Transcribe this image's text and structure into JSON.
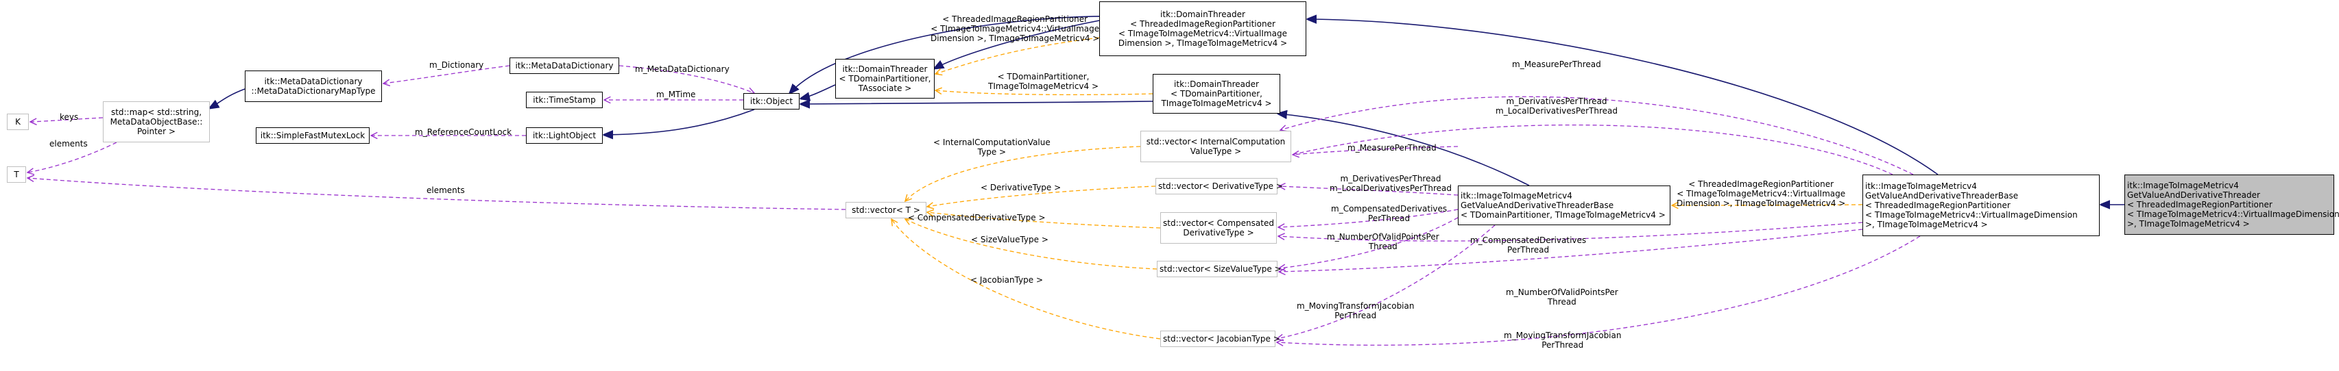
{
  "nodes": {
    "K": [
      "K"
    ],
    "T": [
      "T"
    ],
    "stdmap": [
      "std::map< std::string,",
      "MetaDataObjectBase::",
      "Pointer >"
    ],
    "mddmap": [
      "itk::MetaDataDictionary",
      "::MetaDataDictionaryMapType"
    ],
    "mdd": [
      "itk::MetaDataDictionary"
    ],
    "timestamp": [
      "itk::TimeStamp"
    ],
    "scl": [
      "itk::SimpleFastMutexLock"
    ],
    "lightobj": [
      "itk::LightObject"
    ],
    "object": [
      "itk::Object"
    ],
    "dt_assoc": [
      "itk::DomainThreader",
      "< TDomainPartitioner,",
      "TAssociate >"
    ],
    "dt_full": [
      "itk::DomainThreader",
      "< ThreadedImageRegionPartitioner",
      "< TImageToImageMetricv4::VirtualImage",
      "Dimension >, TImageToImageMetricv4 >"
    ],
    "dt_part": [
      "itk::DomainThreader",
      "< TDomainPartitioner,",
      "TImageToImageMetricv4 >"
    ],
    "vec_T": [
      "std::vector< T >"
    ],
    "vec_icvt": [
      "std::vector< InternalComputation",
      "ValueType >"
    ],
    "vec_dt": [
      "std::vector< DerivativeType >"
    ],
    "vec_cdt": [
      "std::vector< Compensated",
      "DerivativeType >"
    ],
    "vec_svt": [
      "std::vector< SizeValueType >"
    ],
    "vec_jt": [
      "std::vector< JacobianType >"
    ],
    "base": [
      "itk::ImageToImageMetricv4",
      "GetValueAndDerivativeThreaderBase",
      "< TDomainPartitioner, TImageToImageMetricv4 >"
    ],
    "base_tmpl": [
      "itk::ImageToImageMetricv4",
      "GetValueAndDerivativeThreaderBase",
      "< ThreadedImageRegionPartitioner",
      "< TImageToImageMetricv4::VirtualImageDimension",
      ">, TImageToImageMetricv4 >"
    ],
    "focus": [
      "itk::ImageToImageMetricv4",
      "GetValueAndDerivativeThreader",
      "< ThreadedImageRegionPartitioner",
      "< TImageToImageMetricv4::VirtualImageDimension",
      ">, TImageToImageMetricv4 >"
    ]
  },
  "edge_labels": {
    "keys": [
      "keys"
    ],
    "elements_map": [
      "elements"
    ],
    "elements_T": [
      "elements"
    ],
    "m_Dictionary": [
      "m_Dictionary"
    ],
    "m_MetaDataDictionary": [
      "m_MetaDataDictionary"
    ],
    "m_MTime": [
      "m_MTime"
    ],
    "m_ReferenceCountLock": [
      "m_ReferenceCountLock"
    ],
    "tirp_top": [
      "< ThreadedImageRegionPartitioner",
      "< TImageToImageMetricv4::VirtualImage",
      "Dimension >, TImageToImageMetricv4 >"
    ],
    "tdp": [
      "< TDomainPartitioner,",
      "TImageToImageMetricv4 >"
    ],
    "icvt": [
      "< InternalComputationValue",
      "Type >"
    ],
    "dtype": [
      "< DerivativeType >"
    ],
    "cdtype": [
      "< CompensatedDerivativeType >"
    ],
    "svtype": [
      "< SizeValueType >"
    ],
    "jtype": [
      "< JacobianType >"
    ],
    "m_MeasurePerThread_top": [
      "m_MeasurePerThread"
    ],
    "m_Deriv_top": [
      "m_DerivativesPerThread",
      "m_LocalDerivativesPerThread"
    ],
    "m_MeasurePerThread_mid": [
      "m_MeasurePerThread"
    ],
    "m_Deriv_mid": [
      "m_DerivativesPerThread",
      "m_LocalDerivativesPerThread"
    ],
    "m_CompDeriv_mid": [
      "m_CompensatedDerivatives",
      "PerThread"
    ],
    "m_NumValid_mid": [
      "m_NumberOfValidPointsPer",
      "Thread"
    ],
    "m_MovingTJ_mid": [
      "m_MovingTransformJacobian",
      "PerThread"
    ],
    "tirp_right": [
      "< ThreadedImageRegionPartitioner",
      "< TImageToImageMetricv4::VirtualImage",
      "Dimension >, TImageToImageMetricv4 >"
    ],
    "m_CompDeriv_right": [
      "m_CompensatedDerivatives",
      "PerThread"
    ],
    "m_NumValid_right": [
      "m_NumberOfValidPointsPer",
      "Thread"
    ],
    "m_MovingTJ_right": [
      "m_MovingTransformJacobian",
      "PerThread"
    ]
  },
  "colors": {
    "inheritance": "#191970",
    "usage": "#9a32cd",
    "template": "#ffa500",
    "node_border": "#000000",
    "node_border_grey": "#bfbfbf",
    "focus_fill": "#bfbfbf"
  }
}
